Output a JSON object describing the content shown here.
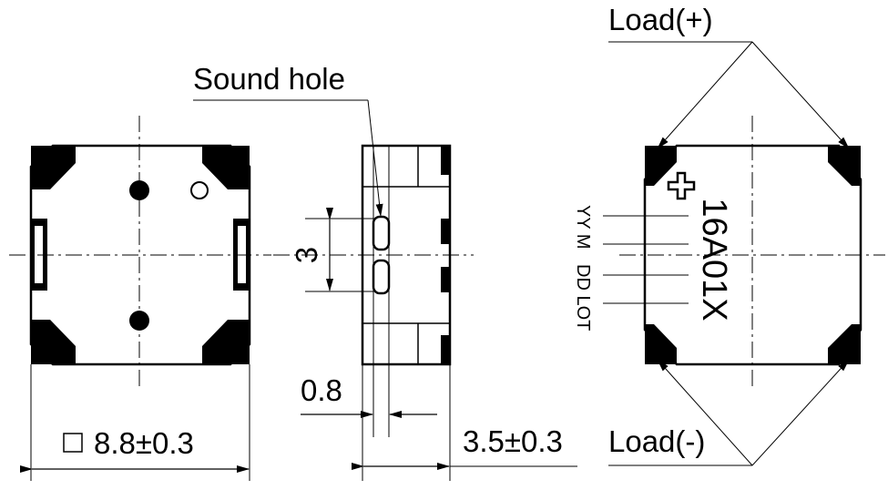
{
  "labels": {
    "sound_hole": "Sound hole",
    "load_plus": "Load(+)",
    "load_minus": "Load(-)",
    "dim_height": "3",
    "dim_hole": "0.8",
    "dim_width": "8.8±0.3",
    "dim_thickness": "3.5±0.3"
  },
  "marking": {
    "code": "16A01X",
    "plus_sign": "+",
    "line1": "YY M",
    "line2": "DD LOT"
  },
  "colors": {
    "ink": "#000000",
    "paper": "#ffffff"
  }
}
